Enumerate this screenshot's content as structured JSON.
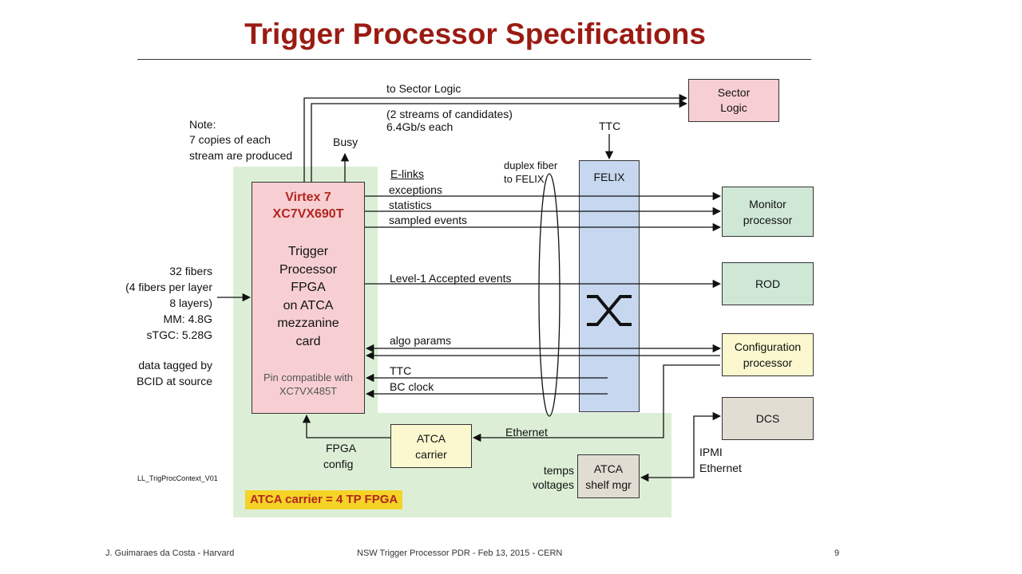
{
  "title": "Trigger Processor Specifications",
  "diagram": {
    "fpga": {
      "line1": "Virtex 7",
      "line2": "XC7VX690T",
      "desc": [
        "Trigger",
        "Processor",
        "FPGA",
        "on ATCA",
        "mezzanine",
        "card"
      ],
      "pin": [
        "Pin compatible with",
        "XC7VX485T"
      ]
    },
    "note": [
      "Note:",
      "7 copies of each",
      "stream are produced"
    ],
    "busy": "Busy",
    "to_sector_logic": "to Sector Logic",
    "streams": [
      "(2 streams of candidates)",
      "6.4Gb/s each"
    ],
    "ttc_top": "TTC",
    "duplex": [
      "duplex fiber",
      "to FELIX"
    ],
    "felix": "FELIX",
    "elinks": "E-links",
    "outputs": [
      "exceptions",
      "statistics",
      "sampled events"
    ],
    "level1": "Level-1 Accepted events",
    "algo": "algo params",
    "ttc_in": "TTC",
    "bc_clock": "BC clock",
    "ethernet": "Ethernet",
    "fpga_config": [
      "FPGA",
      "config"
    ],
    "temps": [
      "temps",
      "voltages"
    ],
    "ipmi": [
      "IPMI",
      "Ethernet"
    ],
    "fibers": [
      "32 fibers",
      "(4 fibers per layer",
      "8 layers)",
      "MM: 4.8G",
      "sTGC: 5.28G"
    ],
    "bcid": [
      "data tagged by",
      "BCID at source"
    ],
    "file_label": "LL_TrigProcContext_V01",
    "atca_banner": "ATCA carrier = 4 TP FPGA",
    "boxes": {
      "sector_logic": [
        "Sector",
        "Logic"
      ],
      "monitor": [
        "Monitor",
        "processor"
      ],
      "rod": "ROD",
      "config": [
        "Configuration",
        "processor"
      ],
      "dcs": "DCS",
      "atca_carrier": [
        "ATCA",
        "carrier"
      ],
      "atca_shelf": [
        "ATCA",
        "shelf mgr"
      ]
    },
    "colors": {
      "green_region": "#dcefd6",
      "fpga_fill": "#f7cfd3",
      "felix_fill": "#c6d7ef",
      "monitor_fill": "#cfe8d6",
      "config_fill": "#fbf8cf",
      "dcs_fill": "#e2ddd3",
      "banner_fill": "#f5d327",
      "title_color": "#9a1b12",
      "fpga_text": "#b3261e"
    }
  },
  "footer": {
    "left": "J. Guimaraes da Costa - Harvard",
    "center": "NSW Trigger Processor PDR - Feb 13, 2015 - CERN",
    "page": "9"
  }
}
